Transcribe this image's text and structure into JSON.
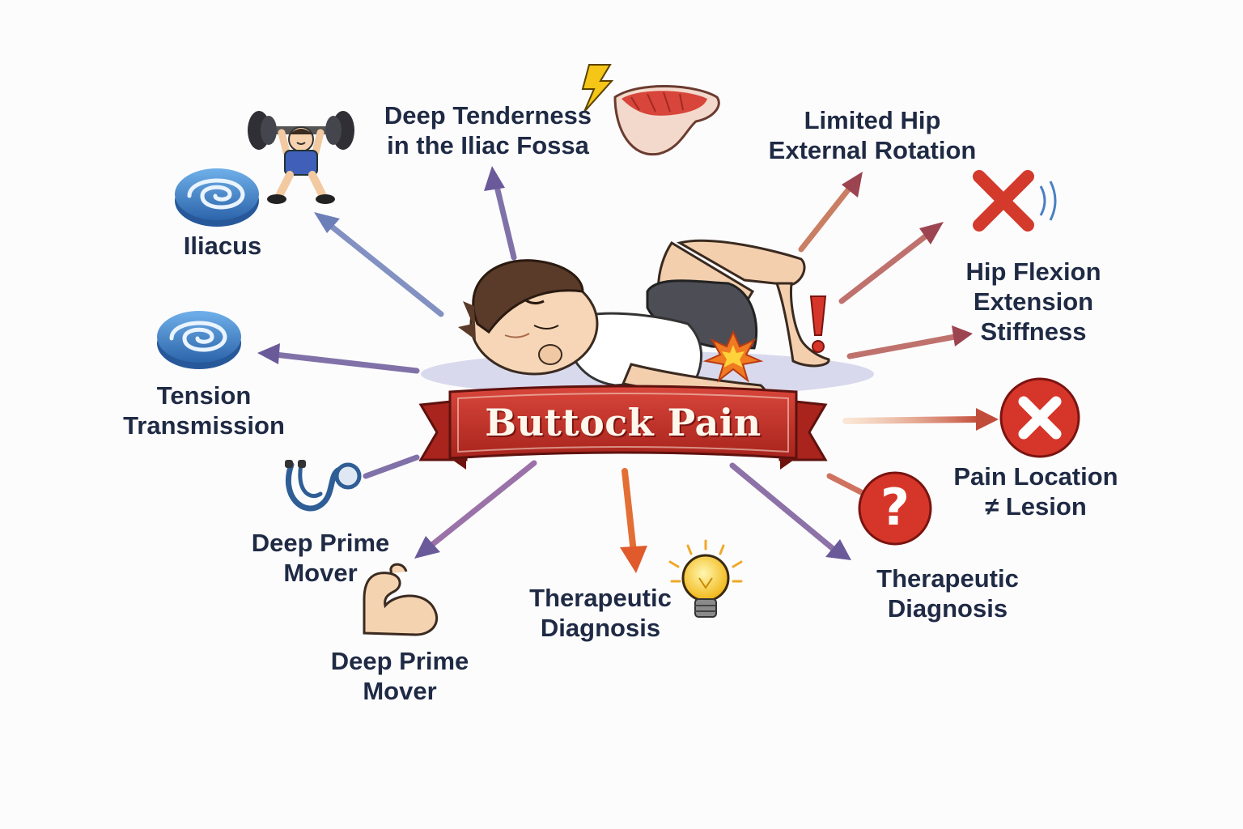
{
  "title": "Buttock Pain",
  "colors": {
    "banner": "#c8322a",
    "banner_dark": "#8e1c17",
    "arrow_purple": "#6b5a9a",
    "arrow_orange": "#e67e3c",
    "label_text": "#1f2a44",
    "muscle_blue": "#3e7fc4",
    "x_red": "#d33a2c"
  },
  "nodes": {
    "iliacus": {
      "lines": [
        "Iliacus"
      ],
      "icon": "spiral-muscle-icon"
    },
    "weightlifter": {
      "icon": "weightlifter-icon"
    },
    "deep_tenderness": {
      "lines": [
        "Deep Tenderness",
        "in the Iliac Fossa"
      ],
      "icon": "lightning-icon"
    },
    "meat": {
      "icon": "muscle-tissue-icon"
    },
    "limited_hip": {
      "lines": [
        "Limited Hip",
        "External Rotation"
      ]
    },
    "x_mark": {
      "icon": "x-mark-icon"
    },
    "hip_flexion": {
      "lines": [
        "Hip Flexion",
        "Extension",
        "Stiffness"
      ]
    },
    "tension": {
      "lines": [
        "Tension",
        "Transmission"
      ],
      "icon": "spiral-muscle-icon"
    },
    "stethoscope": {
      "icon": "stethoscope-icon"
    },
    "deep_prime_1": {
      "lines": [
        "Deep Prime",
        "Mover"
      ]
    },
    "deep_prime_2": {
      "lines": [
        "Deep Prime",
        "Mover"
      ],
      "icon": "flexed-arm-icon"
    },
    "therapeutic_1": {
      "lines": [
        "Therapeutic",
        "Diagnosis"
      ],
      "icon": "lightbulb-icon"
    },
    "therapeutic_2": {
      "lines": [
        "Therapeutic",
        "Diagnosis"
      ],
      "icon": "question-mark-icon"
    },
    "pain_location": {
      "lines": [
        "Pain Location",
        "≠ Lesion"
      ],
      "icon": "x-circle-icon"
    }
  },
  "center": {
    "icon": "person-lying-icon",
    "pain_icon": "pain-burst-icon",
    "alert_icon": "exclamation-icon"
  }
}
